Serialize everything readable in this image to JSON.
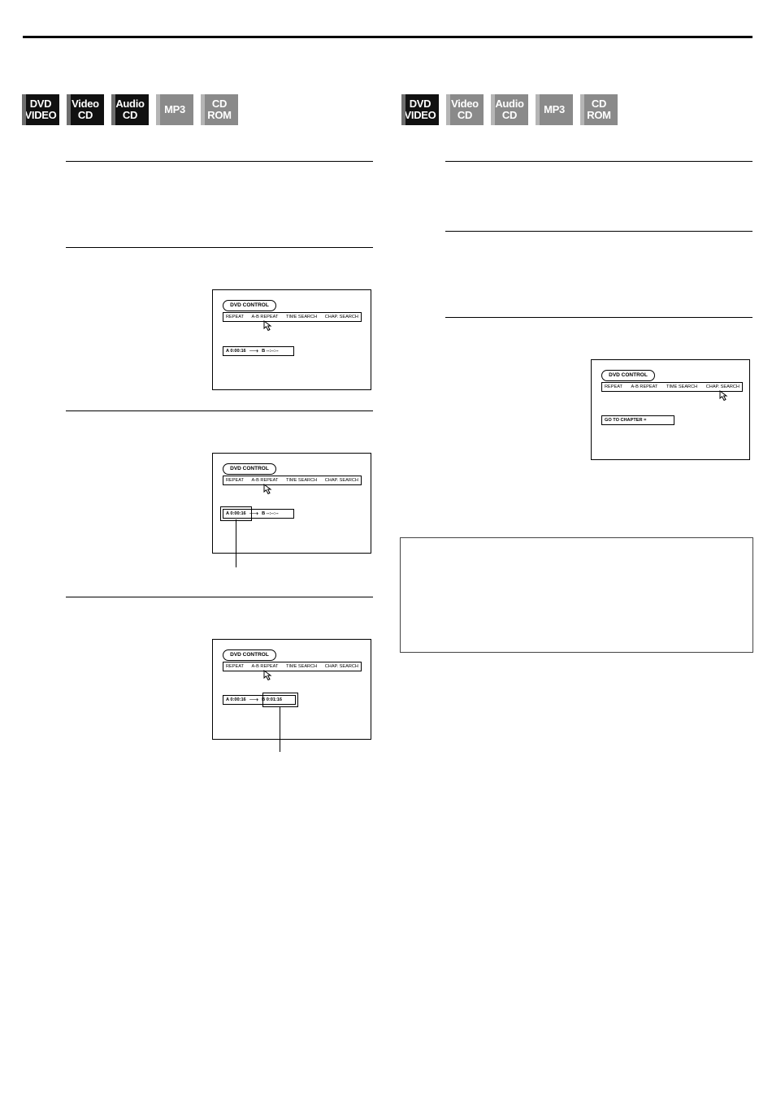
{
  "left_badges": [
    {
      "lines": [
        "DVD",
        "VIDEO"
      ],
      "style": "dark"
    },
    {
      "lines": [
        "Video",
        "CD"
      ],
      "style": "dark"
    },
    {
      "lines": [
        "Audio",
        "CD"
      ],
      "style": "dark"
    },
    {
      "lines": [
        "MP3"
      ],
      "style": "light"
    },
    {
      "lines": [
        "CD",
        "ROM"
      ],
      "style": "light"
    }
  ],
  "right_badges": [
    {
      "lines": [
        "DVD",
        "VIDEO"
      ],
      "style": "dark"
    },
    {
      "lines": [
        "Video",
        "CD"
      ],
      "style": "light"
    },
    {
      "lines": [
        "Audio",
        "CD"
      ],
      "style": "light"
    },
    {
      "lines": [
        "MP3"
      ],
      "style": "light"
    },
    {
      "lines": [
        "CD",
        "ROM"
      ],
      "style": "light"
    }
  ],
  "osd_title": "DVD CONTROL",
  "menu": {
    "repeat": "REPEAT",
    "ab_repeat": "A-B REPEAT",
    "time_search": "TIME SEARCH",
    "chap_search": "CHAP. SEARCH"
  },
  "screen1": {
    "a_value": "A 0:00:16",
    "arrow": "⟶",
    "b_value": "B --:--:--"
  },
  "screen2": {
    "a_value": "A 0:00:16",
    "arrow": "⟶",
    "b_value": "B --:--:--"
  },
  "screen3": {
    "a_value": "A 0:00:16",
    "arrow": "⟶",
    "b_value": "B 0:01:16"
  },
  "screen4": {
    "chapter_prompt": "GO TO CHAPTER ="
  }
}
